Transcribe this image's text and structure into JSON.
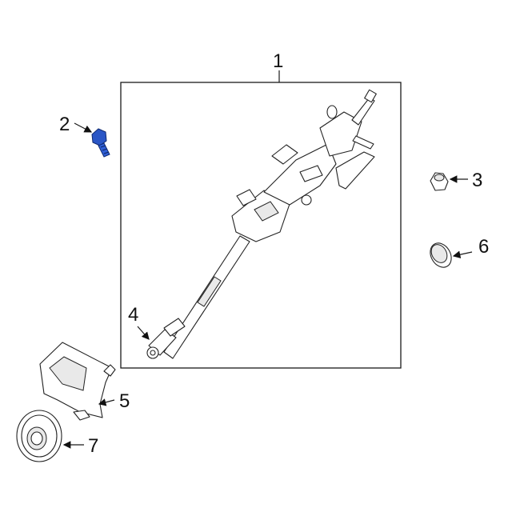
{
  "callouts": {
    "c1": "1",
    "c2": "2",
    "c3": "3",
    "c4": "4",
    "c5": "5",
    "c6": "6",
    "c7": "7"
  },
  "colors": {
    "line": "#1a1a1a",
    "highlight_part": "#2a56c6",
    "background": "#ffffff"
  },
  "highlighted_part": "2"
}
